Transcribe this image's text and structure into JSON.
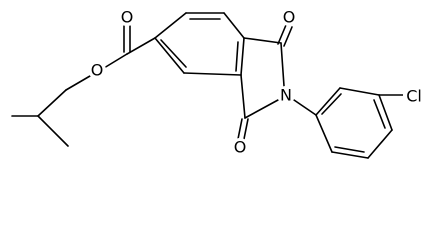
{
  "structure": {
    "atoms": [
      {
        "id": "o_carbonyl_ester",
        "label": "O"
      },
      {
        "id": "o_ester",
        "label": "O"
      },
      {
        "id": "o_imide_top",
        "label": "O"
      },
      {
        "id": "n_imide",
        "label": "N"
      },
      {
        "id": "o_imide_bottom",
        "label": "O"
      },
      {
        "id": "cl",
        "label": "Cl"
      }
    ]
  },
  "colors": {
    "bond": "#000000",
    "text": "#000000",
    "background": "#ffffff"
  }
}
